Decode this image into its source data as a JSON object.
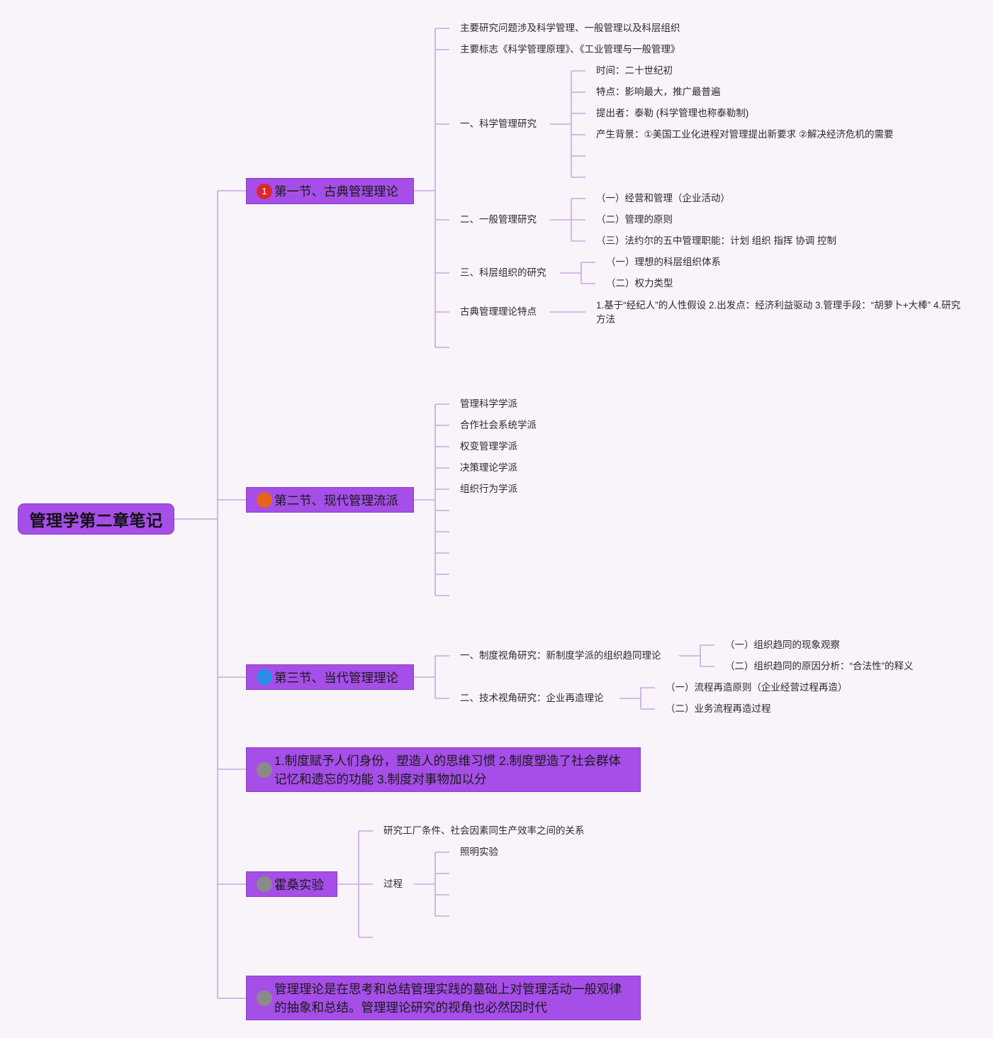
{
  "root": {
    "title": "管理学第二章笔记"
  },
  "colors": {
    "background": "#f8f4fa",
    "node_fill": "#a64ee8",
    "connector": "#c9a6de",
    "marker1": "#e0262b",
    "marker2": "#e8641a",
    "marker3": "#2a8de6",
    "marker_gray": "#8a8a8a"
  },
  "sections": [
    {
      "marker": "1",
      "title": "第一节、古典管理理论",
      "children": [
        {
          "text": "主要研究问题涉及科学管理、一般管理以及科层组织"
        },
        {
          "text": "主要标志《科学管理原理》、《工业管理与一般管理》"
        },
        {
          "text": "一、科学管理研究",
          "children": [
            "时间：二十世纪初",
            "特点：影响最大，推广最普遍",
            "提出者：泰勒 (科学管理也称泰勒制)",
            "产生背景：①美国工业化进程对管理提出新要求 ②解决经济危机的需要"
          ]
        },
        {
          "text": "二、一般管理研究",
          "children": [
            "（一）经营和管理（企业活动）",
            "（二）管理的原则",
            "（三）法约尔的五中管理职能：计划 组织 指挥 协调 控制"
          ]
        },
        {
          "text": "三、科层组织的研究",
          "children": [
            "（一）理想的科层组织体系",
            "（二）权力类型"
          ]
        },
        {
          "text": "古典管理理论特点",
          "children": [
            "1.基于“经纪人”的人性假设 2.出发点：经济利益驱动 3.管理手段：“胡萝卜+大棒” 4.研究方法"
          ]
        }
      ]
    },
    {
      "marker": "2",
      "title": "第二节、现代管理流派",
      "children": [
        {
          "text": "管理科学学派"
        },
        {
          "text": "合作社会系统学派"
        },
        {
          "text": "权变管理学派"
        },
        {
          "text": "决策理论学派"
        },
        {
          "text": "组织行为学派"
        }
      ]
    },
    {
      "marker": "3",
      "title": "第三节、当代管理理论",
      "children": [
        {
          "text": "一、制度视角研究：新制度学派的组织趋同理论",
          "children": [
            "（一）组织趋同的现象观察",
            "（二）组织趋同的原因分析：“合法性”的释义"
          ]
        },
        {
          "text": "二、技术视角研究：企业再造理论",
          "children": [
            "（一）流程再造原则（企业经营过程再造）",
            "（二）业务流程再造过程"
          ]
        }
      ]
    },
    {
      "marker": "4",
      "title": "1.制度赋予人们身份，塑造人的思维习惯 2.制度塑造了社会群体记忆和遗忘的功能 3.制度对事物加以分"
    },
    {
      "marker": "5",
      "title": "霍桑实验",
      "children": [
        {
          "text": "研究工厂条件、社会因素同生产效率之间的关系"
        },
        {
          "text": "过程",
          "children": [
            "照明实验"
          ]
        }
      ]
    },
    {
      "marker": "6",
      "title": "管理理论是在思考和总结管理实践的墓础上对管理活动一般观律的抽象和总结。管理理论研究的视角也必然因时代"
    }
  ]
}
